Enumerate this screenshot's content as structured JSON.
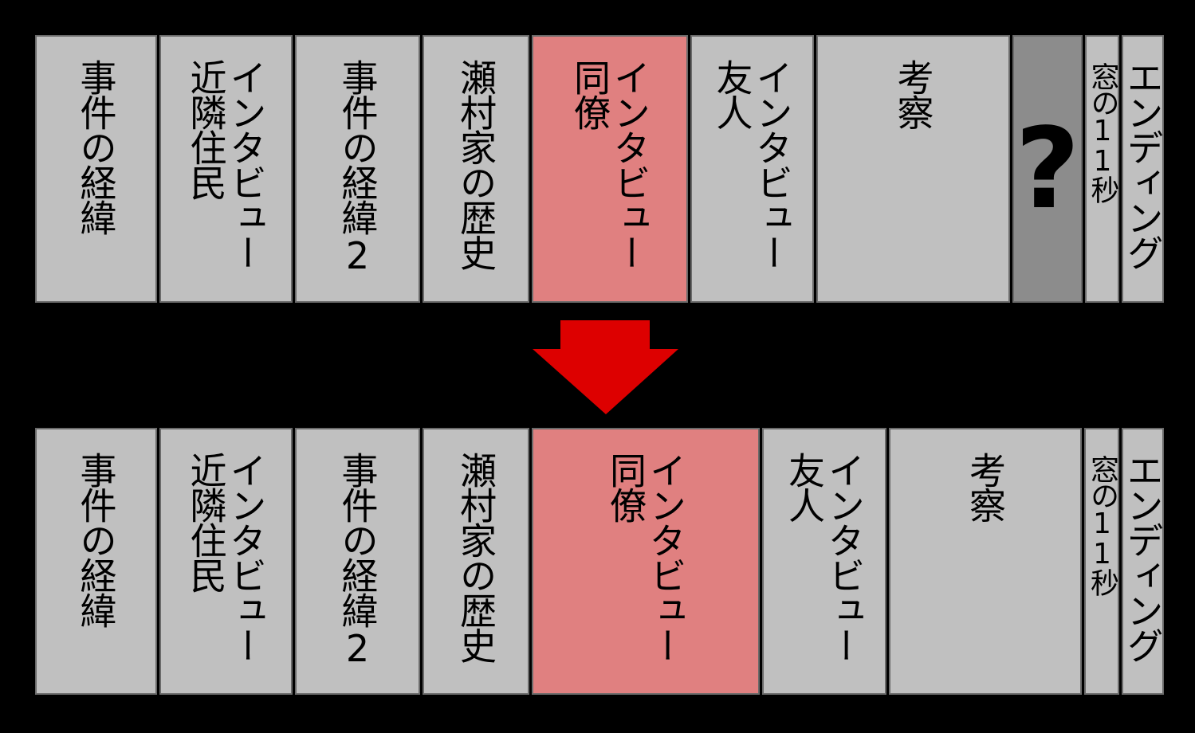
{
  "top_row": [
    {
      "label": "事件の経緯"
    },
    {
      "label": "インタビュー\n近隣住民"
    },
    {
      "label": "事件の経緯2"
    },
    {
      "label": "瀬村家の歴史"
    },
    {
      "label": "インタビュー\n同僚",
      "highlight": true
    },
    {
      "label": "インタビュー\n友人"
    },
    {
      "label": "考察"
    },
    {
      "label": "?",
      "unknown": true
    },
    {
      "label": "窓の11秒",
      "small": true
    },
    {
      "label": "エンディング"
    }
  ],
  "bottom_row": [
    {
      "label": "事件の経緯"
    },
    {
      "label": "インタビュー\n近隣住民"
    },
    {
      "label": "事件の経緯2"
    },
    {
      "label": "瀬村家の歴史"
    },
    {
      "label": "インタビュー\n同僚",
      "highlight": true
    },
    {
      "label": "インタビュー\n友人"
    },
    {
      "label": "考察"
    },
    {
      "label": "窓の11秒",
      "small": true
    },
    {
      "label": "エンディング"
    }
  ],
  "colors": {
    "panel": "#c0c0c0",
    "highlight": "#e08080",
    "unknown": "#8c8c8c",
    "arrow": "#dd0000"
  }
}
